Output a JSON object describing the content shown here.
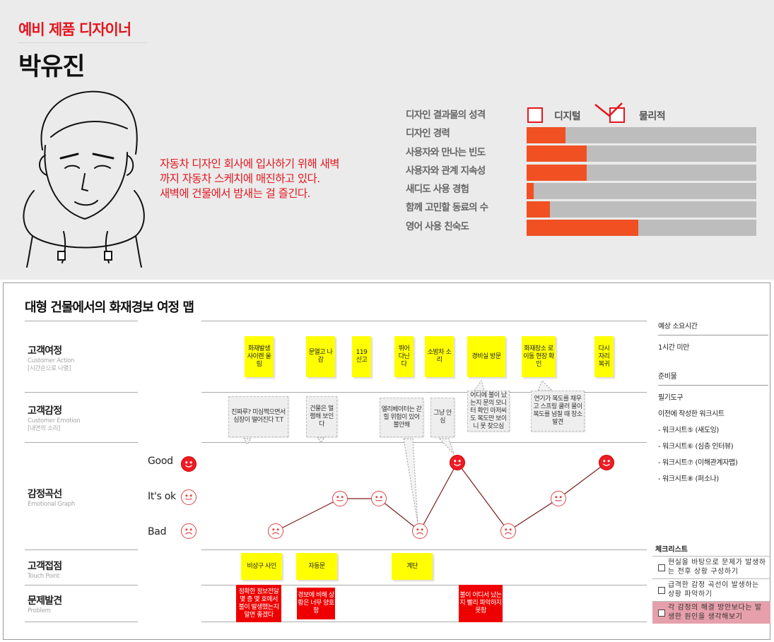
{
  "persona": {
    "role": "예비 제품 디자이너",
    "name": "박유진",
    "description_lines": [
      "자동차 디자인 회사에 입사하기 위해 새벽",
      "까지 자동차 스케치에 매진하고 있다.",
      "새벽에 건물에서 밤새는 걸 즐긴다."
    ],
    "attributes": [
      {
        "label": "디자인 결과물의 성격"
      },
      {
        "label": "디자인 경력",
        "value": 0.17
      },
      {
        "label": "사용자와 만나는 빈도",
        "value": 0.26
      },
      {
        "label": "사용자와 관계 지속성",
        "value": 0.26
      },
      {
        "label": "새디도 사용 경험",
        "value": 0.03
      },
      {
        "label": "함께 고민할 동료의 수",
        "value": 0.1
      },
      {
        "label": "영어 사용 친숙도",
        "value": 0.485
      }
    ],
    "digital_label": "디지털",
    "physical_label": "물리적",
    "selected": "물리적",
    "bar_fill_color": "#f05022",
    "bar_track_color": "#bdbdbd"
  },
  "journey": {
    "title": "대형 건물에서의 화재경보 여정 맵",
    "rows": [
      {
        "label": "고객여정",
        "sub": [
          "Customer Action",
          "[시간순으로 나열]"
        ]
      },
      {
        "label": "고객감정",
        "sub": [
          "Customer Emotion",
          "[내면의 소리]"
        ]
      },
      {
        "label": "감정곡선",
        "sub": [
          "Emotional Graph"
        ]
      },
      {
        "label": "고객접점",
        "sub": [
          "Touch Point"
        ]
      },
      {
        "label": "문제발견",
        "sub": [
          "Problem"
        ]
      }
    ],
    "actions": [
      "화재발생 사이렌 울림",
      "문열고 나감",
      "119 신고",
      "뛰어 다닌 다",
      "소방차 소리",
      "경비실 방문",
      "화재장소 로 이동 현장 확인",
      "다시 자리 복귀"
    ],
    "emotions": [
      "진짜루? 미심쩍으면서 심장이 떨어진다 T.T",
      "건물은 멀쩡해 보인다",
      "엘리베이터는 갇힐 위험이 있어 불안해",
      "그냥 안심",
      "어디에 불이 났는지 문의 모니터 확인 아저씨도 복도만 보이니 못 찾으심",
      "연기가 복도를 채우고 스프링 쿨러 물이 복도를 넘칠 때 장소 발견"
    ],
    "levels": [
      "Good",
      "It's ok",
      "Bad"
    ],
    "curve": [
      {
        "x": 1,
        "level": "Bad"
      },
      {
        "x": 2,
        "level": "It's ok"
      },
      {
        "x": 3,
        "level": "It's ok"
      },
      {
        "x": 4,
        "level": "Bad"
      },
      {
        "x": 5,
        "level": "Good"
      },
      {
        "x": 6,
        "level": "Bad"
      },
      {
        "x": 7,
        "level": "It's ok"
      },
      {
        "x": 8,
        "level": "Good"
      }
    ],
    "touchpoints": [
      "비상구 사인",
      "자동문",
      "계단"
    ],
    "problems": [
      "정확한 정보전달 몇 층 몇 호에서 불이 발생했는지 알면 좋겠다",
      "경보에 비해 상황은 너무 양호함",
      "불이 어디서 났는지 빨리 파악하지 못함"
    ],
    "side": {
      "time_title": "예상 소요시간",
      "time_value": "1시간 미만",
      "prep_title": "준비물",
      "prep_items": [
        "필기도구",
        "이전에 작성한 워크시트",
        "- 워크시트⑤ (새도잉)",
        "- 워크시트⑥ (심층 인터뷰)",
        "- 워크시트⑦ (이해관계자맵)",
        "- 워크시트⑧ (퍼소나)"
      ]
    },
    "checklist": {
      "title": "체크리스트",
      "items": [
        "현실을 바탕으로 문제가 발생하는 전후 상황 구성하기",
        "급격한 감정 곡선이 발생하는 상황 파악하기",
        "각 감정의 해결 방안보다는 발생한 원인을 생각해보기"
      ]
    },
    "colors": {
      "sticky": "#ffff00",
      "problem": "#ef0000",
      "highlight": "#e6a0ab",
      "face": "#ee1c24"
    }
  }
}
